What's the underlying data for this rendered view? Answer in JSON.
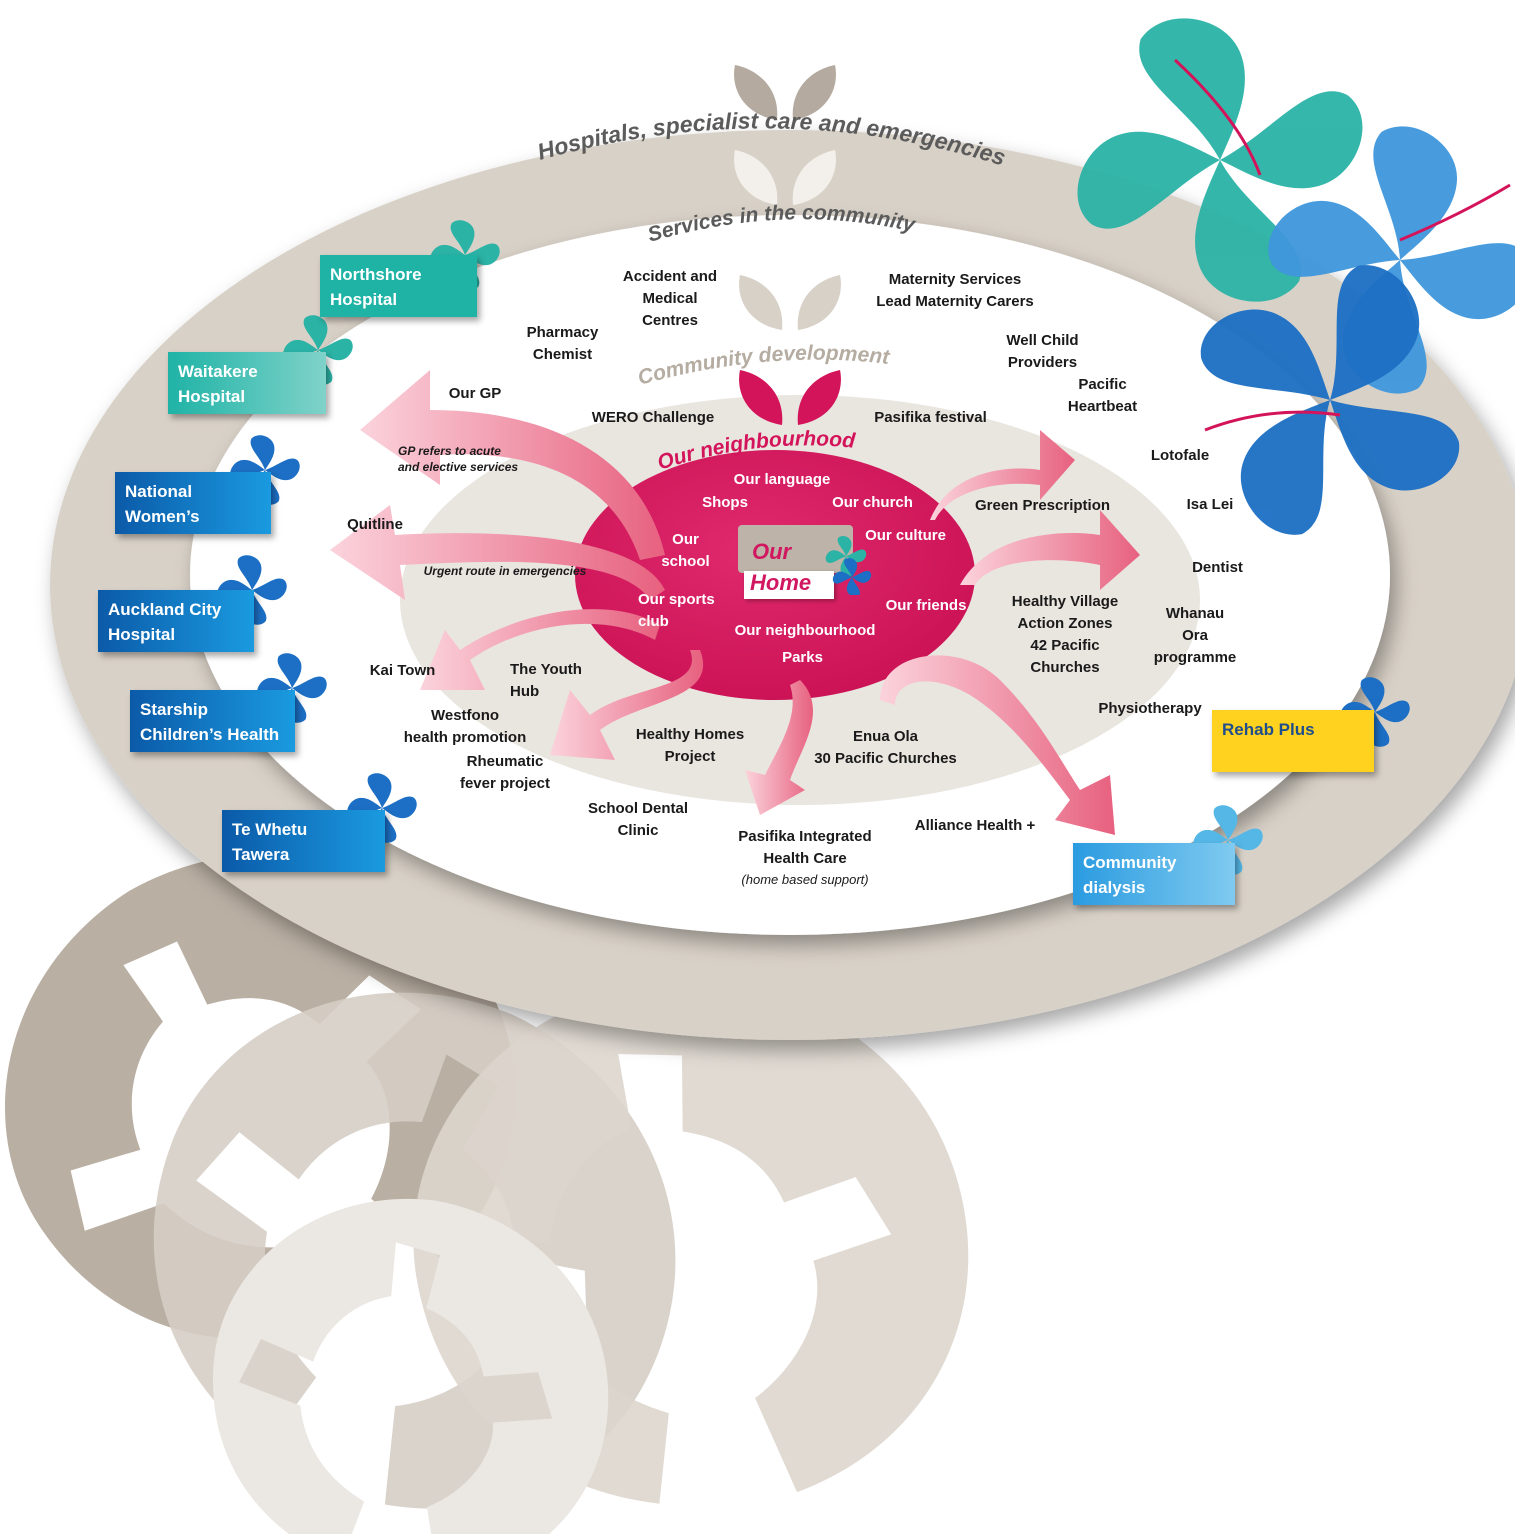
{
  "colors": {
    "outer_ring": "#d8d1c7",
    "community_ring": "#e9e5df",
    "neighbourhood": "#d4145a",
    "arrow": "#ef8a9f",
    "teal_box": "#1fb3a6",
    "blue_box": "#0b7bc9",
    "light_blue_box": "#55b7e6",
    "yellow_box": "#ffd21f",
    "leaf_taupe": "#b7ab9f"
  },
  "rings": {
    "hospitals": "Hospitals, specialist care and emergencies",
    "services": "Services in the community",
    "community": "Community development",
    "neighbourhood": "Our neighbourhood"
  },
  "home": {
    "line1": "Our",
    "line2": "Home"
  },
  "hospital_boxes": [
    {
      "label": "Northshore\nHospital",
      "color": "teal"
    },
    {
      "label": "Waitakere\nHospital",
      "color": "teal"
    },
    {
      "label": "National\nWomen’s",
      "color": "blue"
    },
    {
      "label": "Auckland City\nHospital",
      "color": "blue"
    },
    {
      "label": "Starship\nChildren’s Health",
      "color": "blue"
    },
    {
      "label": "Te Whetu\nTawera",
      "color": "blue"
    },
    {
      "label": "Rehab Plus",
      "color": "yellow"
    },
    {
      "label": "Community\ndialysis",
      "color": "light-blue"
    }
  ],
  "services": [
    "Accident and\nMedical\nCentres",
    "Maternity Services\nLead Maternity Carers",
    "Pharmacy\nChemist",
    "Well Child\nProviders",
    "Pacific\nHeartbeat",
    "Our GP",
    "Lotofale",
    "Quitline",
    "Isa Lei",
    "Dentist",
    "Whanau\nOra\nprogramme",
    "Kai Town",
    "Physiotherapy",
    "Westfono\nhealth promotion",
    "School Dental\nClinic",
    "Pasifika Integrated\nHealth Care",
    "Alliance Health +"
  ],
  "services_note": "(home based support)",
  "community_items": [
    "WERO Challenge",
    "Pasifika festival",
    "Green Prescription",
    "Healthy Village\nAction Zones\n42 Pacific\nChurches",
    "The Youth\nHub",
    "Rheumatic\nfever project",
    "Healthy Homes\nProject",
    "Enua Ola\n30 Pacific Churches"
  ],
  "neighbourhood_items": [
    "Our language",
    "Shops",
    "Our church",
    "Our culture",
    "Our\nschool",
    "Our friends",
    "Our sports\nclub",
    "Our neighbourhood",
    "Parks"
  ],
  "arrow_notes": {
    "gp_refers": "GP refers to acute\nand elective services",
    "urgent": "Urgent route in emergencies"
  },
  "icons": [
    "hibiscus-flower-icon",
    "leaf-sprout-icon",
    "monstera-leaf-icon"
  ]
}
